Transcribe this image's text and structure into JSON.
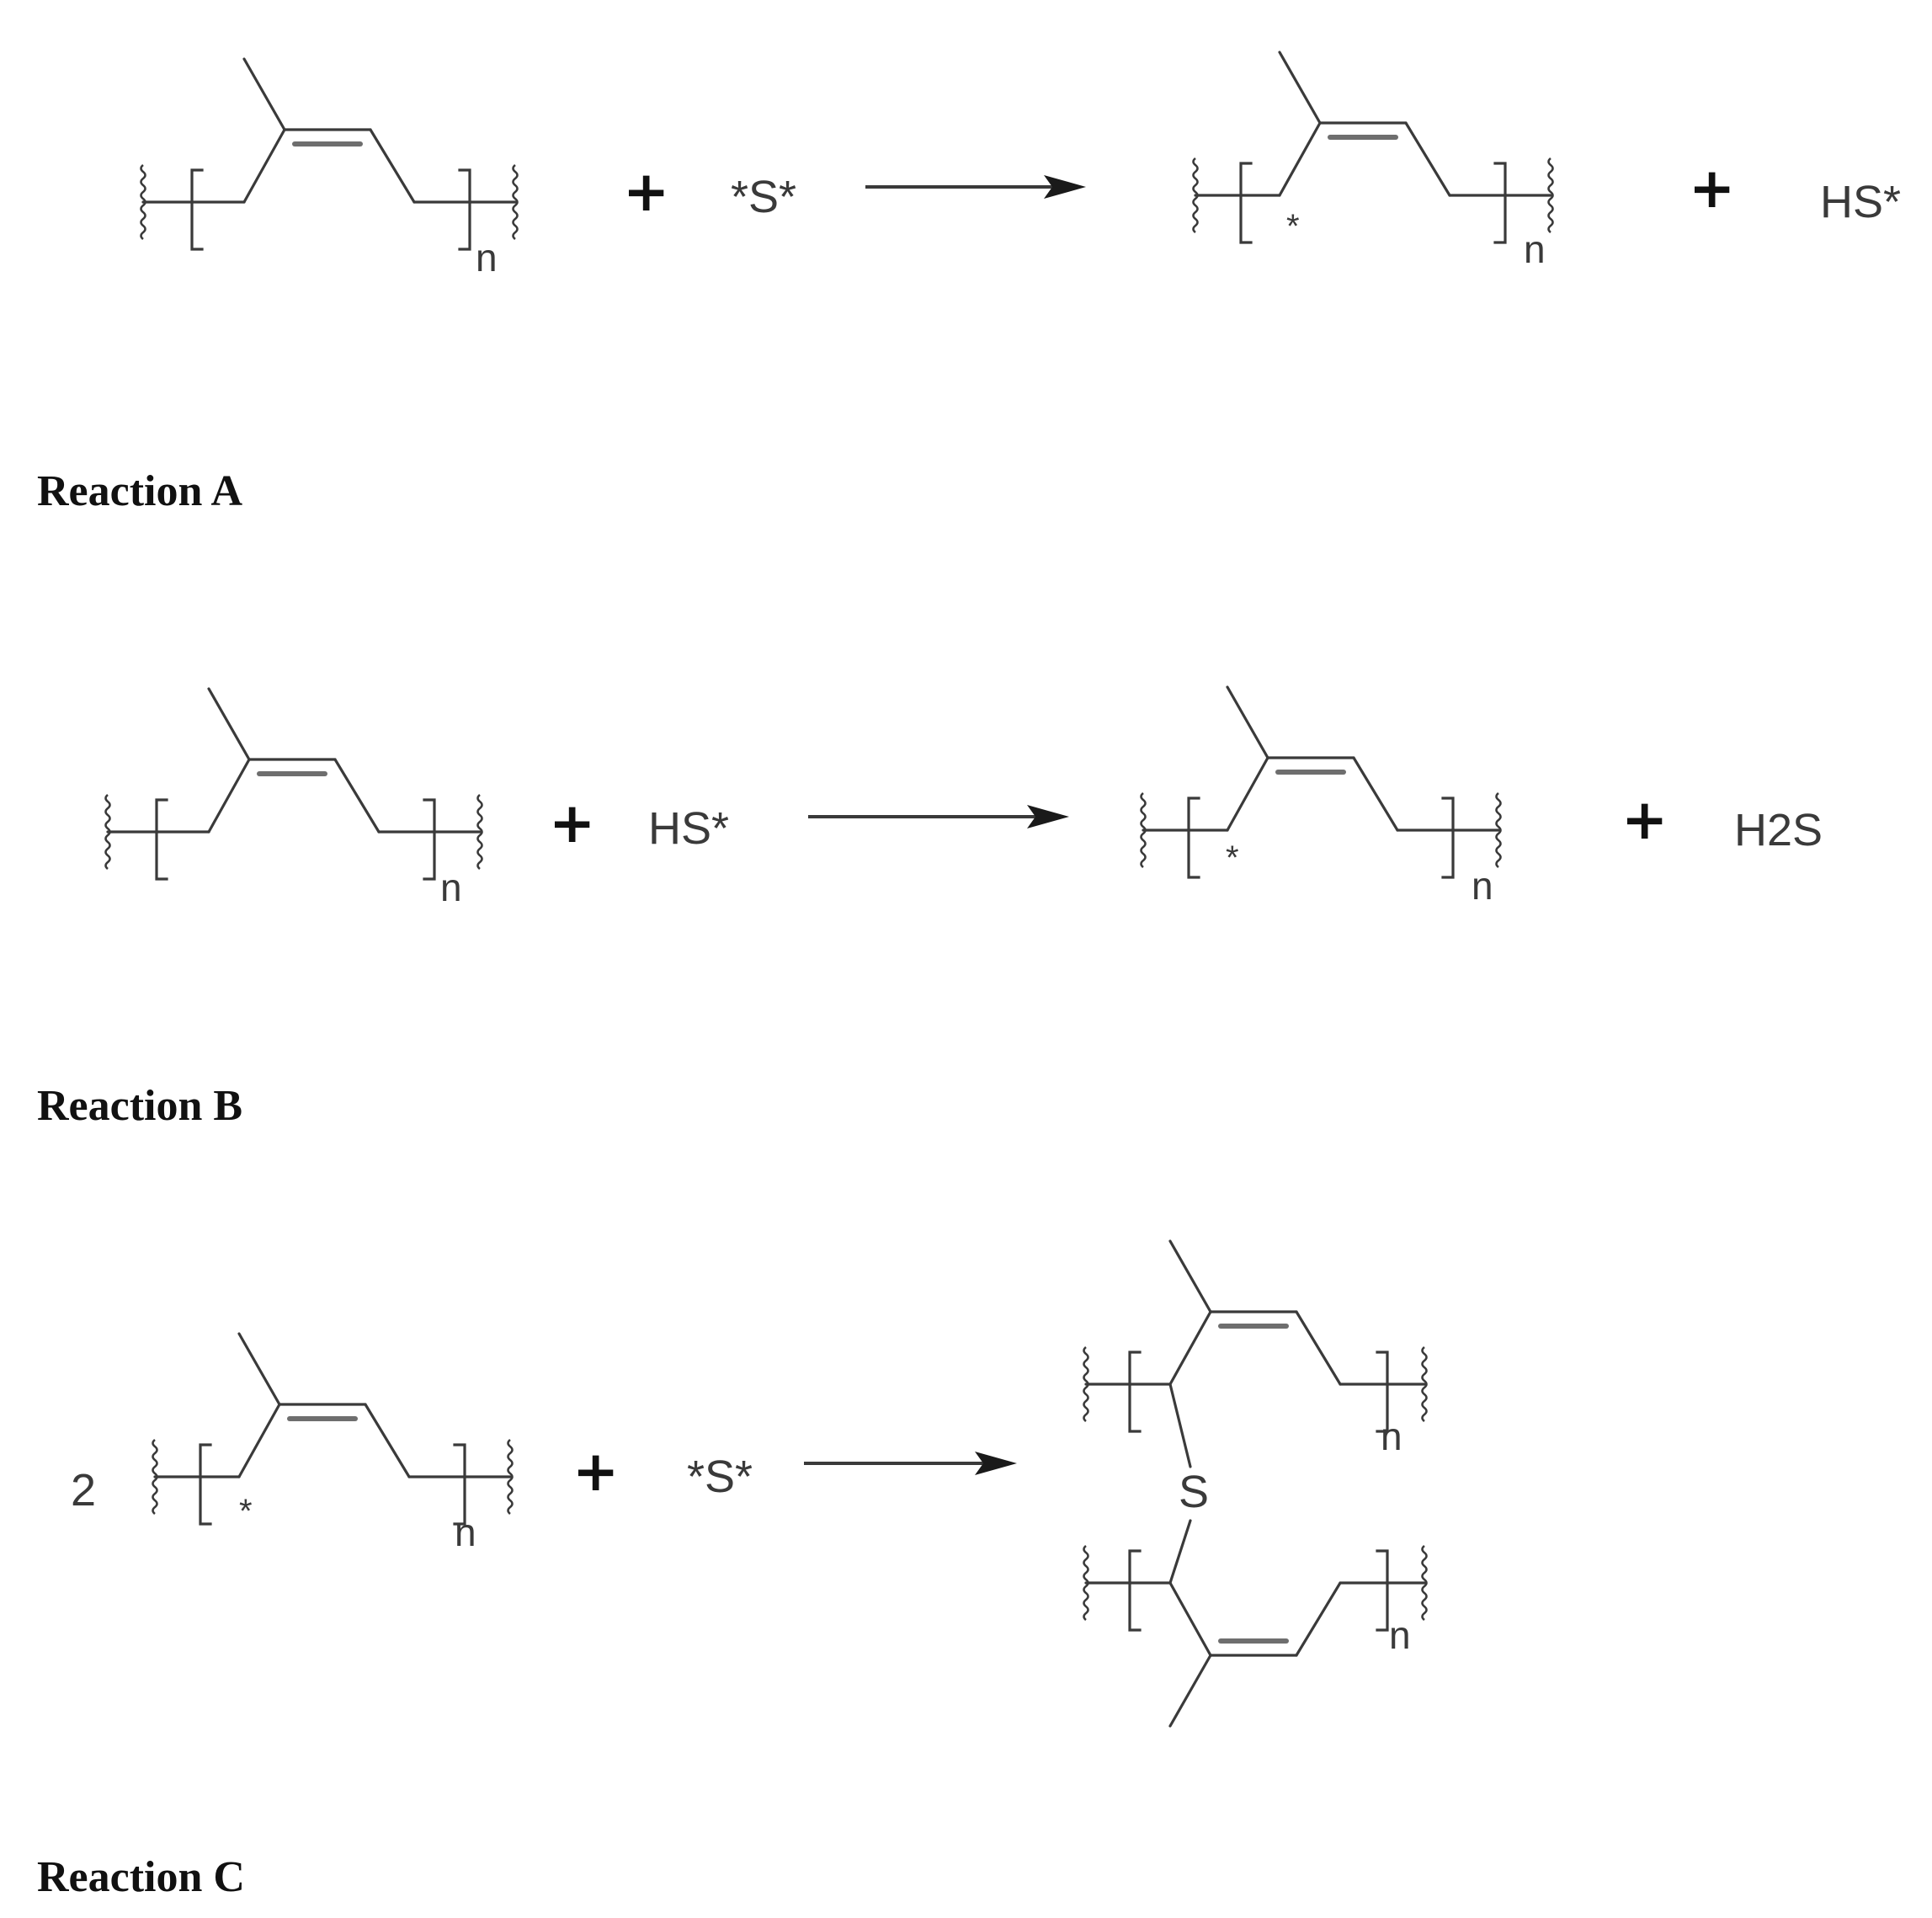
{
  "reactions": [
    {
      "label": "Reaction A",
      "reactant_label": "*S*",
      "product_label": "HS*",
      "repeat_symbol": "n",
      "radical_mark": "*",
      "plus": "+"
    },
    {
      "label": "Reaction B",
      "reactant_label": "HS*",
      "product_label": "H2S",
      "repeat_symbol": "n",
      "radical_mark": "*",
      "plus": "+"
    },
    {
      "label": "Reaction C",
      "coefficient": "2",
      "reactant_label": "*S*",
      "bridge_atom": "S",
      "repeat_symbol": "n",
      "radical_mark": "*",
      "plus": "+"
    }
  ]
}
